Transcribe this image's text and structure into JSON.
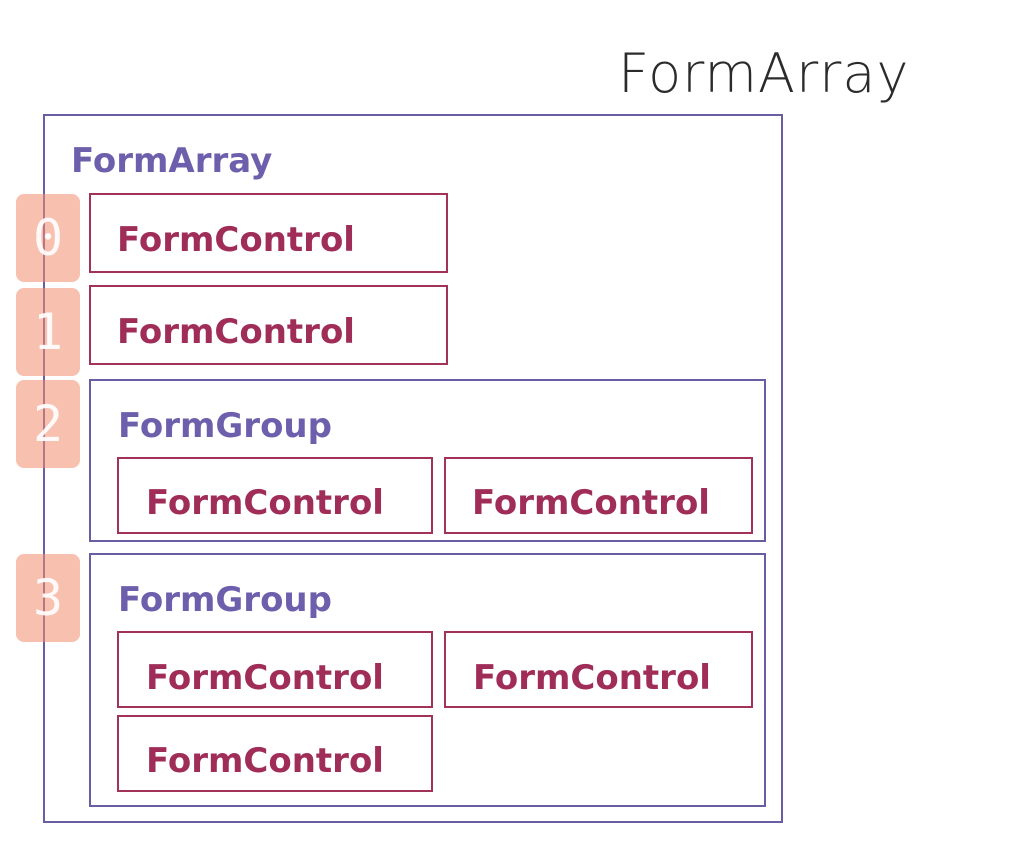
{
  "title": "FormArray",
  "array": {
    "label": "FormArray",
    "items": [
      {
        "index": "0",
        "type": "FormControl",
        "label": "FormControl"
      },
      {
        "index": "1",
        "type": "FormControl",
        "label": "FormControl"
      },
      {
        "index": "2",
        "type": "FormGroup",
        "label": "FormGroup",
        "controls": [
          "FormControl",
          "FormControl"
        ]
      },
      {
        "index": "3",
        "type": "FormGroup",
        "label": "FormGroup",
        "controls": [
          "FormControl",
          "FormControl",
          "FormControl"
        ]
      }
    ]
  },
  "colors": {
    "array_border": "#6a5da3",
    "group_text": "#6e5fac",
    "control_border": "#a3325a",
    "control_text": "#a02d58",
    "index_badge": "#f38c6e"
  }
}
